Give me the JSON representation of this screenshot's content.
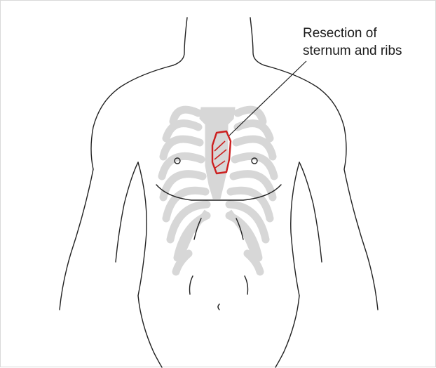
{
  "annotation": {
    "line1": "Resection of",
    "line2": "sternum and ribs"
  },
  "colors": {
    "outline": "#222222",
    "rib_cage": "#d7d7d7",
    "resection": "#cc1f1f"
  },
  "icons": [
    "torso-outline",
    "rib-cage",
    "resection-area",
    "leader-line"
  ]
}
